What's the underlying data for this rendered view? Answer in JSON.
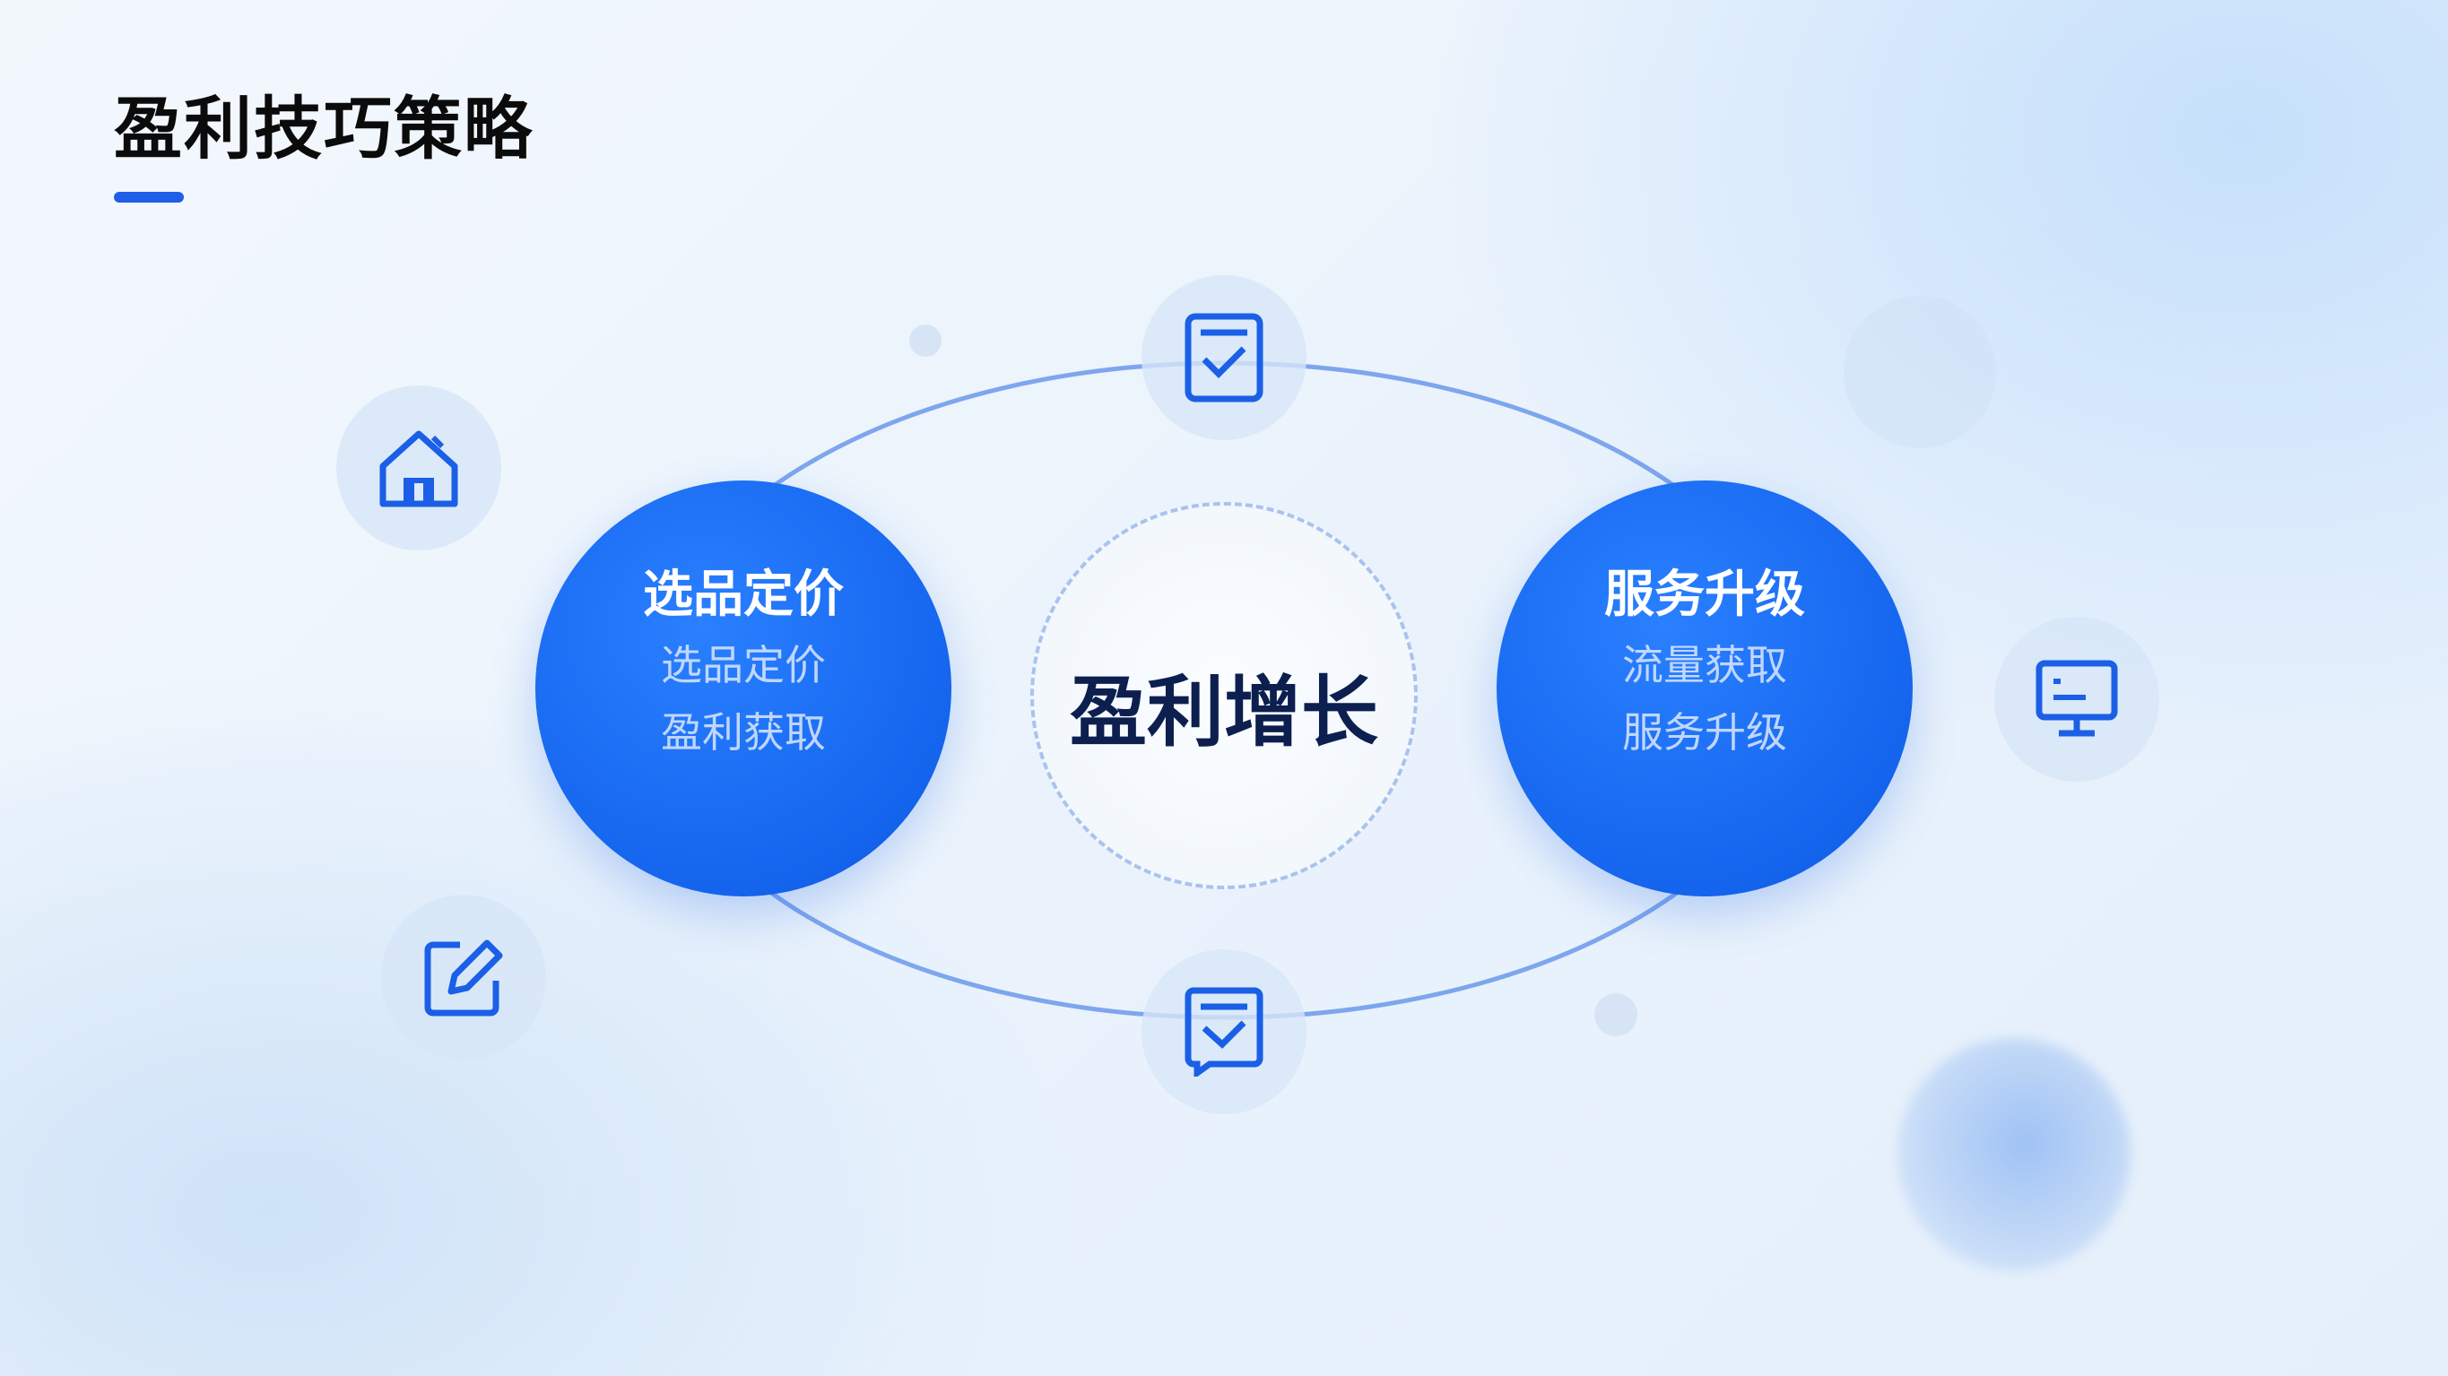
{
  "page": {
    "title": "盈利技巧策略"
  },
  "center": {
    "label": "盈利增长"
  },
  "left_node": {
    "title": "选品定价",
    "lines": [
      "选品定价",
      "盈利获取"
    ]
  },
  "right_node": {
    "title": "服务升级",
    "lines": [
      "流量获取",
      "服务升级"
    ]
  },
  "colors": {
    "accent": "#1f5fe8",
    "node": "#1a6cf5",
    "ring": "#7ea6ee",
    "text_dark": "#0c1f4f"
  }
}
